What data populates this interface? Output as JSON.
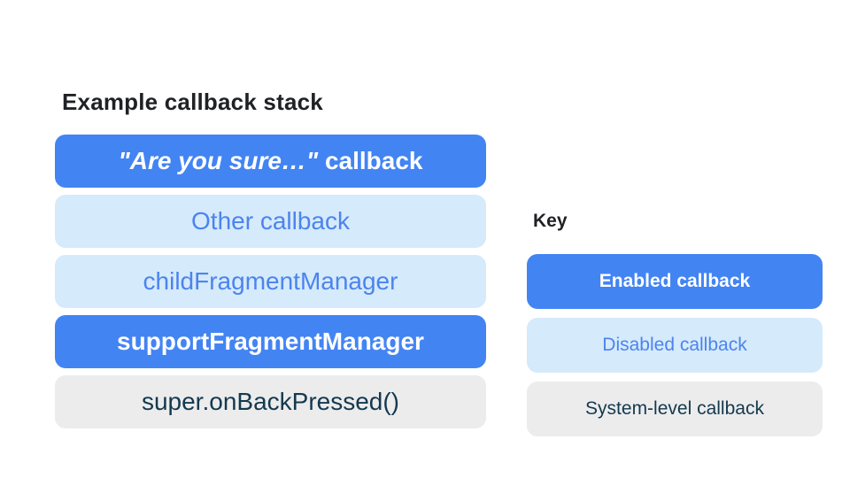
{
  "title": "Example callback stack",
  "stack": {
    "items": [
      {
        "label_italic": "\"Are you sure…\"",
        "label_rest": " callback",
        "type": "enabled"
      },
      {
        "label": "Other callback",
        "type": "disabled"
      },
      {
        "label": "childFragmentManager",
        "type": "disabled"
      },
      {
        "label": "supportFragmentManager",
        "type": "enabled"
      },
      {
        "label": "super.onBackPressed()",
        "type": "system"
      }
    ]
  },
  "key": {
    "label": "Key",
    "items": [
      {
        "label": "Enabled callback",
        "type": "enabled"
      },
      {
        "label": "Disabled callback",
        "type": "disabled"
      },
      {
        "label": "System-level callback",
        "type": "system"
      }
    ]
  },
  "colors": {
    "enabled_bg": "#4384F3",
    "enabled_text": "#FFFFFF",
    "disabled_bg": "#D5EAFB",
    "disabled_text": "#4C84EE",
    "system_bg": "#ECECEC",
    "system_text": "#14394F",
    "heading_text": "#1F2124",
    "page_bg": "#FFFFFF"
  }
}
